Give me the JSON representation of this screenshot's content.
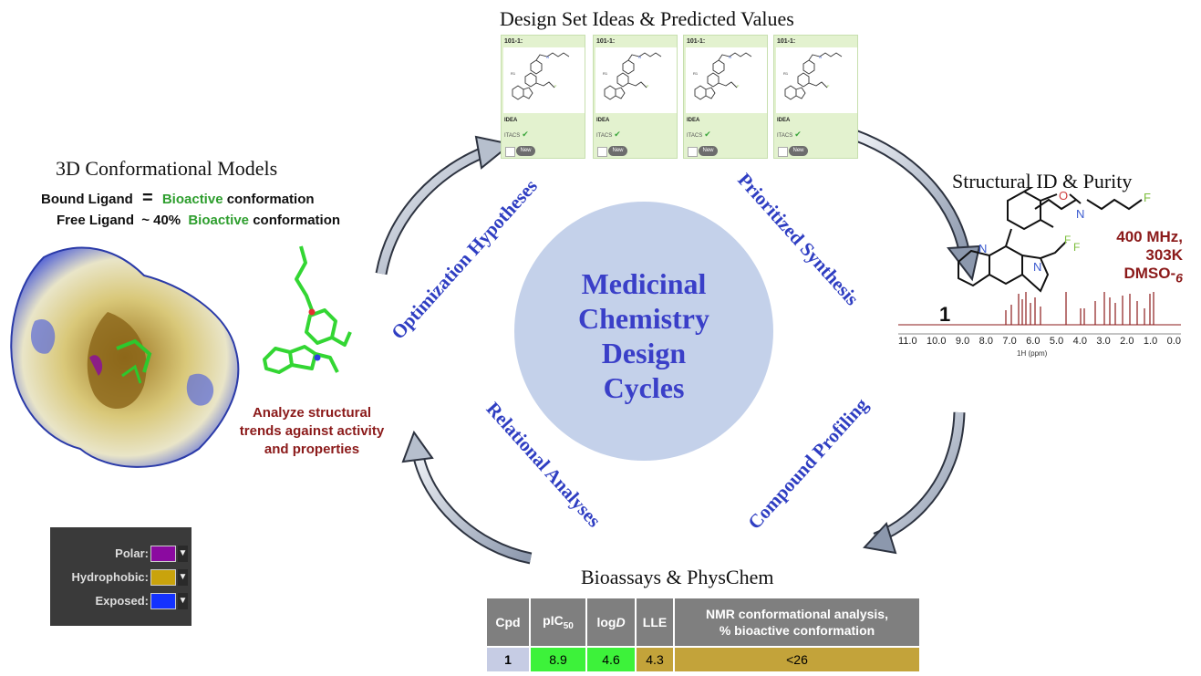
{
  "center_label": [
    "Medicinal",
    "Chemistry",
    "Design",
    "Cycles"
  ],
  "stages": {
    "design": "Design Set Ideas & Predicted Values",
    "structural": "Structural ID & Purity",
    "bioassays": "Bioassays & PhysChem",
    "models": "3D Conformational Models"
  },
  "arc_labels": {
    "optimization": "Optimization Hypotheses",
    "prioritized": "Prioritized Synthesis",
    "compound": "Compound Profiling",
    "relational": "Relational Analyses"
  },
  "conformation": {
    "bound_prefix": "Bound Ligand",
    "bound_eq": "=",
    "bound_accent": "Bioactive",
    "bound_suffix": "conformation",
    "free_prefix": "Free Ligand",
    "free_eq": "~ 40%",
    "free_accent": "Bioactive",
    "free_suffix": "conformation",
    "accent_color": "#2e9e2e"
  },
  "analyze_text": [
    "Analyze structural",
    "trends against activity",
    "and properties"
  ],
  "cards": [
    {
      "id": "101-1:",
      "idea": "IDEA",
      "tool": "ITACS",
      "button": "New"
    },
    {
      "id": "101-1:",
      "idea": "IDEA",
      "tool": "ITACS",
      "button": "New"
    },
    {
      "id": "101-1:",
      "idea": "IDEA",
      "tool": "ITACS",
      "button": "New"
    },
    {
      "id": "101-1:",
      "idea": "IDEA",
      "tool": "ITACS",
      "button": "New"
    }
  ],
  "nmr": {
    "conditions_line1": "400 MHz, 303K",
    "conditions_line2": "DMSO-",
    "conditions_sub": "6",
    "compound_number": "1",
    "axis_label": "1H (ppm)",
    "ticks": [
      "11.0",
      "10.0",
      "9.0",
      "8.0",
      "7.0",
      "6.0",
      "5.0",
      "4.0",
      "3.0",
      "2.0",
      "1.0",
      "0.0"
    ]
  },
  "legend": {
    "items": [
      {
        "label": "Polar:",
        "color": "#8b0aa0"
      },
      {
        "label": "Hydrophobic:",
        "color": "#c9a30c"
      },
      {
        "label": "Exposed:",
        "color": "#1432ff"
      }
    ],
    "dropdown_glyph": "▼"
  },
  "table": {
    "headers": [
      "Cpd",
      "pIC50",
      "logD",
      "LLE",
      "NMR conformational analysis,\n% bioactive conformation"
    ],
    "row": [
      "1",
      "8.9",
      "4.6",
      "4.3",
      "<26"
    ],
    "row_colors": [
      "#c6cce4",
      "#3df23a",
      "#3df23a",
      "#c3a33a",
      "#c3a33a"
    ]
  }
}
